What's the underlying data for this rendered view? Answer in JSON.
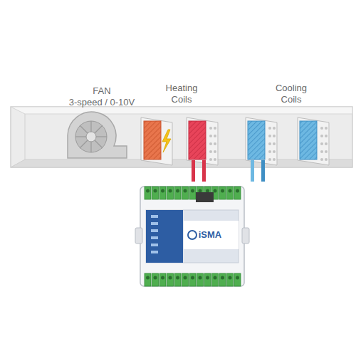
{
  "diagram": {
    "labels": [
      "FAN",
      "3-speed / 0-10V",
      "Heating Coils",
      "Cooling Coils",
      "iSMA"
    ]
  }
}
